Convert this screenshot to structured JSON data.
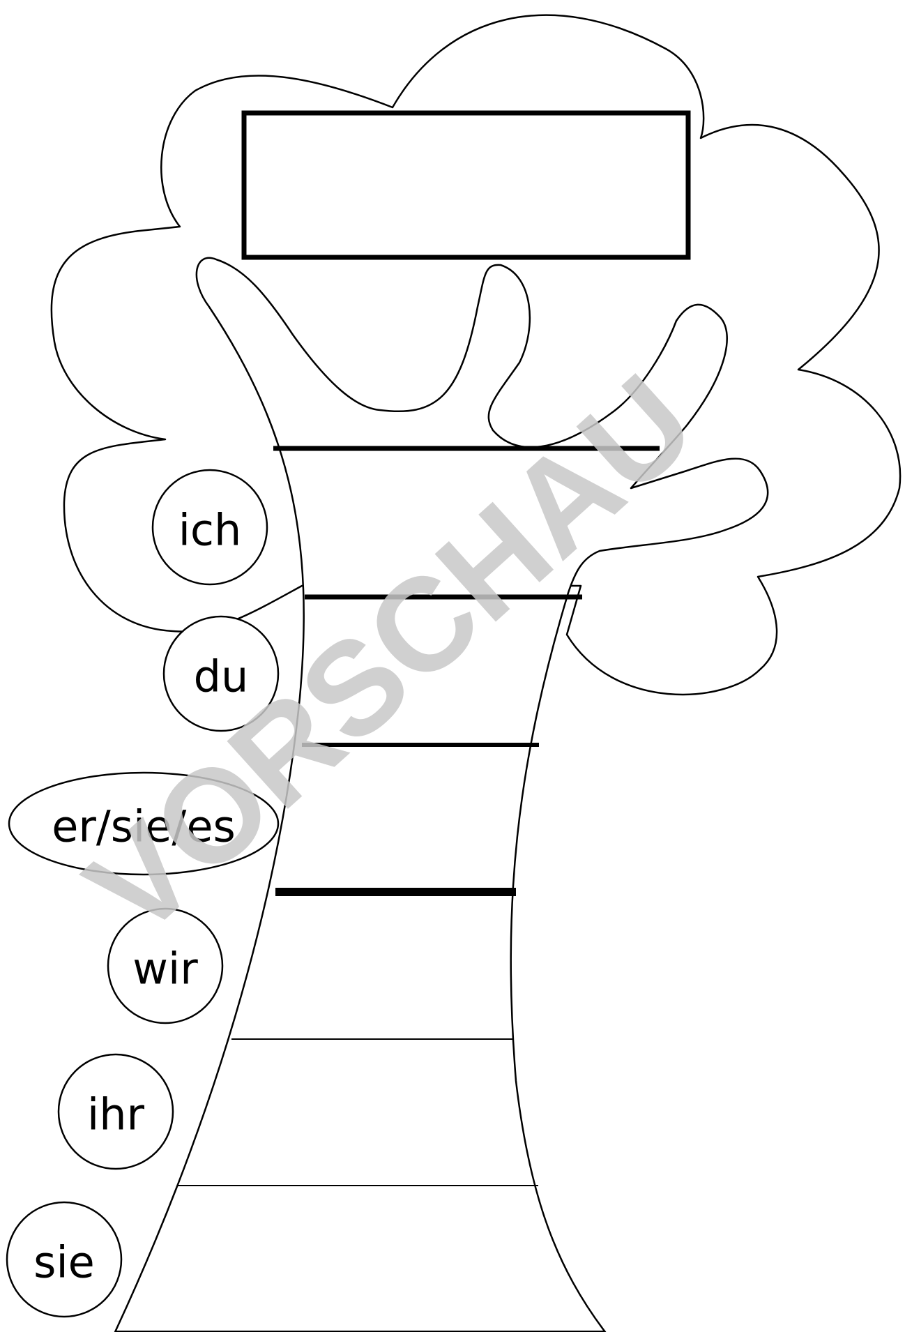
{
  "worksheet": {
    "pronouns": [
      {
        "label": "ich"
      },
      {
        "label": "du"
      },
      {
        "label": "er/sie/es"
      },
      {
        "label": "wir"
      },
      {
        "label": "ihr"
      },
      {
        "label": "sie"
      }
    ],
    "watermark": "VORSCHAU"
  }
}
